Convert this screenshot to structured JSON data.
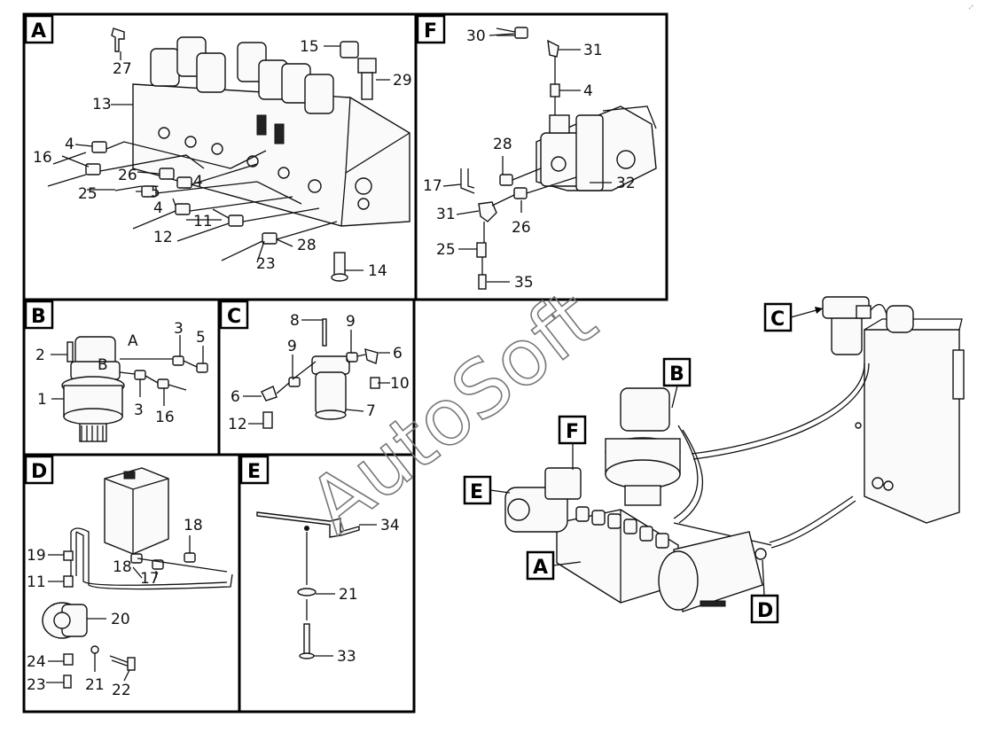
{
  "watermark": "AutoSoft",
  "corner_mark": "⤢",
  "panels": {
    "A": {
      "tab": "A",
      "labels": [
        "27",
        "15",
        "29",
        "13",
        "16",
        "4",
        "26",
        "25",
        "5",
        "4",
        "4",
        "11",
        "12",
        "28",
        "23",
        "14"
      ]
    },
    "B": {
      "tab": "B",
      "labels": [
        "2",
        "A",
        "3",
        "5",
        "B",
        "1",
        "3",
        "16"
      ]
    },
    "C": {
      "tab": "C",
      "labels": [
        "8",
        "9",
        "9",
        "6",
        "6",
        "10",
        "12",
        "7"
      ]
    },
    "D": {
      "tab": "D",
      "labels": [
        "18",
        "19",
        "11",
        "18",
        "17",
        "20",
        "24",
        "23",
        "21",
        "22"
      ]
    },
    "E": {
      "tab": "E",
      "labels": [
        "34",
        "21",
        "33"
      ]
    },
    "F": {
      "tab": "F",
      "labels": [
        "30",
        "31",
        "4",
        "28",
        "17",
        "32",
        "31",
        "26",
        "25",
        "35"
      ]
    }
  },
  "overview_callouts": [
    "C",
    "B",
    "F",
    "E",
    "A",
    "D"
  ]
}
